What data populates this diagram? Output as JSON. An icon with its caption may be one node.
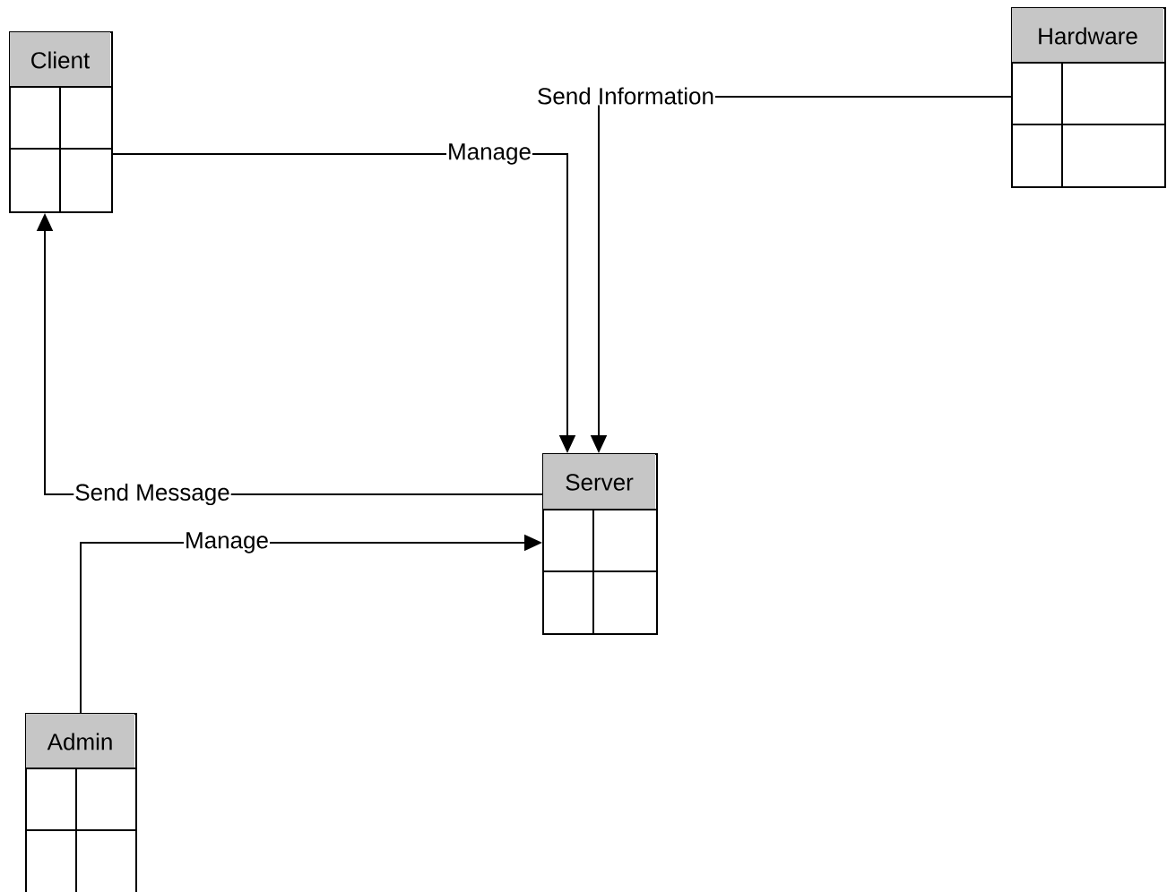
{
  "diagram": {
    "nodes": [
      {
        "text": [
          "Client"
        ]
      },
      {
        "text": [
          "Hardware"
        ]
      },
      {
        "text": [
          "Server"
        ]
      },
      {
        "text": [
          "Admin"
        ]
      }
    ],
    "edges": [
      {
        "from": 0,
        "to": 2,
        "arrow": "to",
        "label": "Manage"
      },
      {
        "from": 1,
        "to": 2,
        "arrow": "to",
        "label": "Send Information"
      },
      {
        "from": 2,
        "to": 0,
        "arrow": "to",
        "label": "Send Message"
      },
      {
        "from": 3,
        "to": 2,
        "arrow": "to",
        "label": "Manage"
      }
    ]
  }
}
